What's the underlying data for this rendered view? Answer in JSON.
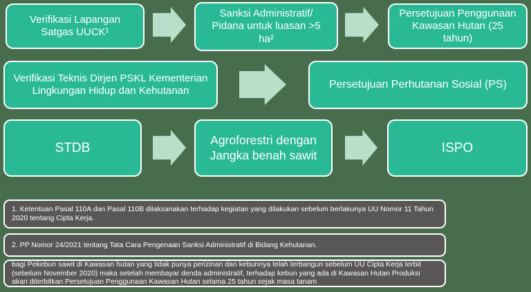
{
  "colors": {
    "background": "#486d4c",
    "box_fill": "#29b995",
    "box_border": "#ffffff",
    "arrow_fill": "#b8dfc9",
    "note_fill": "#585756",
    "text": "#ffffff"
  },
  "flowchart": {
    "row1": {
      "box1": "Verifikasi Lapangan Satgas UUCK¹",
      "box2": "Sanksi Administratif/ Pidana untuk luasan >5 ha²",
      "box3": "Persetujuan Penggunaan Kawasan Hutan (25 tahun)"
    },
    "row2": {
      "box1": "Verifikasi Teknis Dirjen PSKL Kementerian Lingkungan Hidup dan Kehutanan",
      "box2": "Persetujuan Perhutanan Sosial (PS)"
    },
    "row3": {
      "box1": "STDB",
      "box2": "Agroforestri dengan Jangka benah sawit",
      "box3": "ISPO"
    }
  },
  "footnotes": {
    "note1": "1. Ketentuan Pasal 110A dan Pasal 110B dilaksanakan terhadap kegiatan yang dilakukan sebelum berlakunya UU Nomor 11 Tahun 2020 tentang Cipta Kerja.",
    "note2": "2. PP Nomor 24/2021 tentang Tata Cara Pengenaan Sanksi Administratif di Bidang Kehutanan.",
    "note3": "bagi Pekebun sawit di Kawasan hutan yang tidak punya perizinan dan kebunnya telah terbangun sebelum UU Cipta Kerja terbit (sebelum November 2020) maka setelah membayar denda administratif, terhadap kebun yang ada di Kawasan Hutan Produksi akan diterbitkan Persetujuan Penggunaan Kawasan Hutan selama 25 tahun sejak masa tanam"
  }
}
